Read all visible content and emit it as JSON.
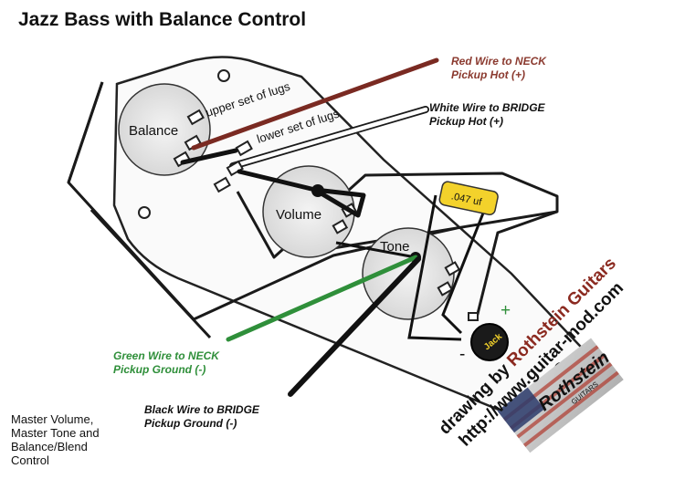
{
  "title": "Jazz Bass with Balance Control",
  "labels": {
    "red_wire": [
      "Red Wire to NECK",
      "Pickup Hot (+)"
    ],
    "white_wire": [
      "White Wire to BRIDGE",
      "Pickup Hot (+)"
    ],
    "green_wire": [
      "Green Wire to NECK",
      "Pickup Ground (-)"
    ],
    "black_wire": [
      "Black Wire to BRIDGE",
      "Pickup Ground (-)"
    ],
    "balance": "Balance",
    "volume": "Volume",
    "tone": "Tone",
    "upper_lugs": "upper set of lugs",
    "lower_lugs": "lower set of lugs",
    "capacitor": ".047 uf",
    "jack": "Jack",
    "plus": "+",
    "minus": "-"
  },
  "note": [
    "Master Volume,",
    "Master Tone and",
    "Balance/Blend",
    "Control"
  ],
  "credit": {
    "line1": "drawing by Rothstein Guitars",
    "line2": "http://www.guitar-mod.com",
    "logo": "Rothstein",
    "logo_sub": "GUITARS"
  },
  "colors": {
    "red_wire": "#7a2a22",
    "green_wire": "#2f8f3a",
    "cap": "#f3d22b",
    "credit": "#8b2a20"
  }
}
